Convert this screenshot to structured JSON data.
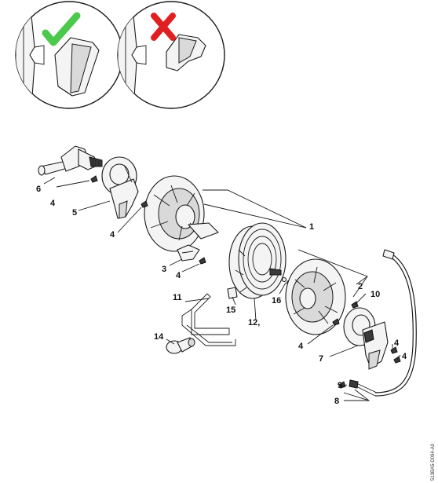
{
  "detail_views": [
    {
      "status": "correct",
      "icon": "check-mark-icon",
      "color": "#4cc94c"
    },
    {
      "status": "incorrect",
      "icon": "cross-mark-icon",
      "color": "#e02020"
    }
  ],
  "callouts": {
    "c1": "1",
    "c2": "2",
    "c3": "3",
    "c4a": "4",
    "c4b": "4",
    "c4c": "4",
    "c4d": "4",
    "c4e": "4",
    "c4f": "4",
    "c5": "5",
    "c6": "6",
    "c7": "7",
    "c8": "8",
    "c9": "9",
    "c10": "10",
    "c11": "11",
    "c12": "12,",
    "c14": "14",
    "c15": "15",
    "c16": "16"
  },
  "doc_id": "513BA5-D094-A0"
}
